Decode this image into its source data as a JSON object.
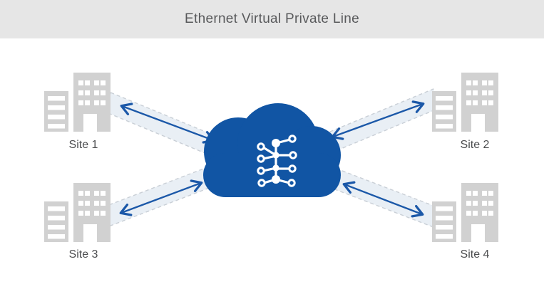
{
  "header": {
    "title": "Ethernet Virtual Private Line"
  },
  "sites": [
    {
      "label": "Site 1"
    },
    {
      "label": "Site 2"
    },
    {
      "label": "Site 3"
    },
    {
      "label": "Site 4"
    }
  ],
  "icons": {
    "site": "building-icon",
    "center": "cloud-icon",
    "center_glyph": "network-nodes-icon",
    "link": "bidirectional-arrow-icon"
  },
  "theme": {
    "header_bg": "#e6e6e6",
    "header_text": "#58595b",
    "canvas_bg": "#ffffff",
    "cloud_blue": "#1155a4",
    "arrow_blue": "#1b58a8",
    "band_fill": "#e9eff5",
    "band_border": "#c9cfd6",
    "building_gray": "#d1d1d1",
    "label_text": "#4d4e50"
  }
}
